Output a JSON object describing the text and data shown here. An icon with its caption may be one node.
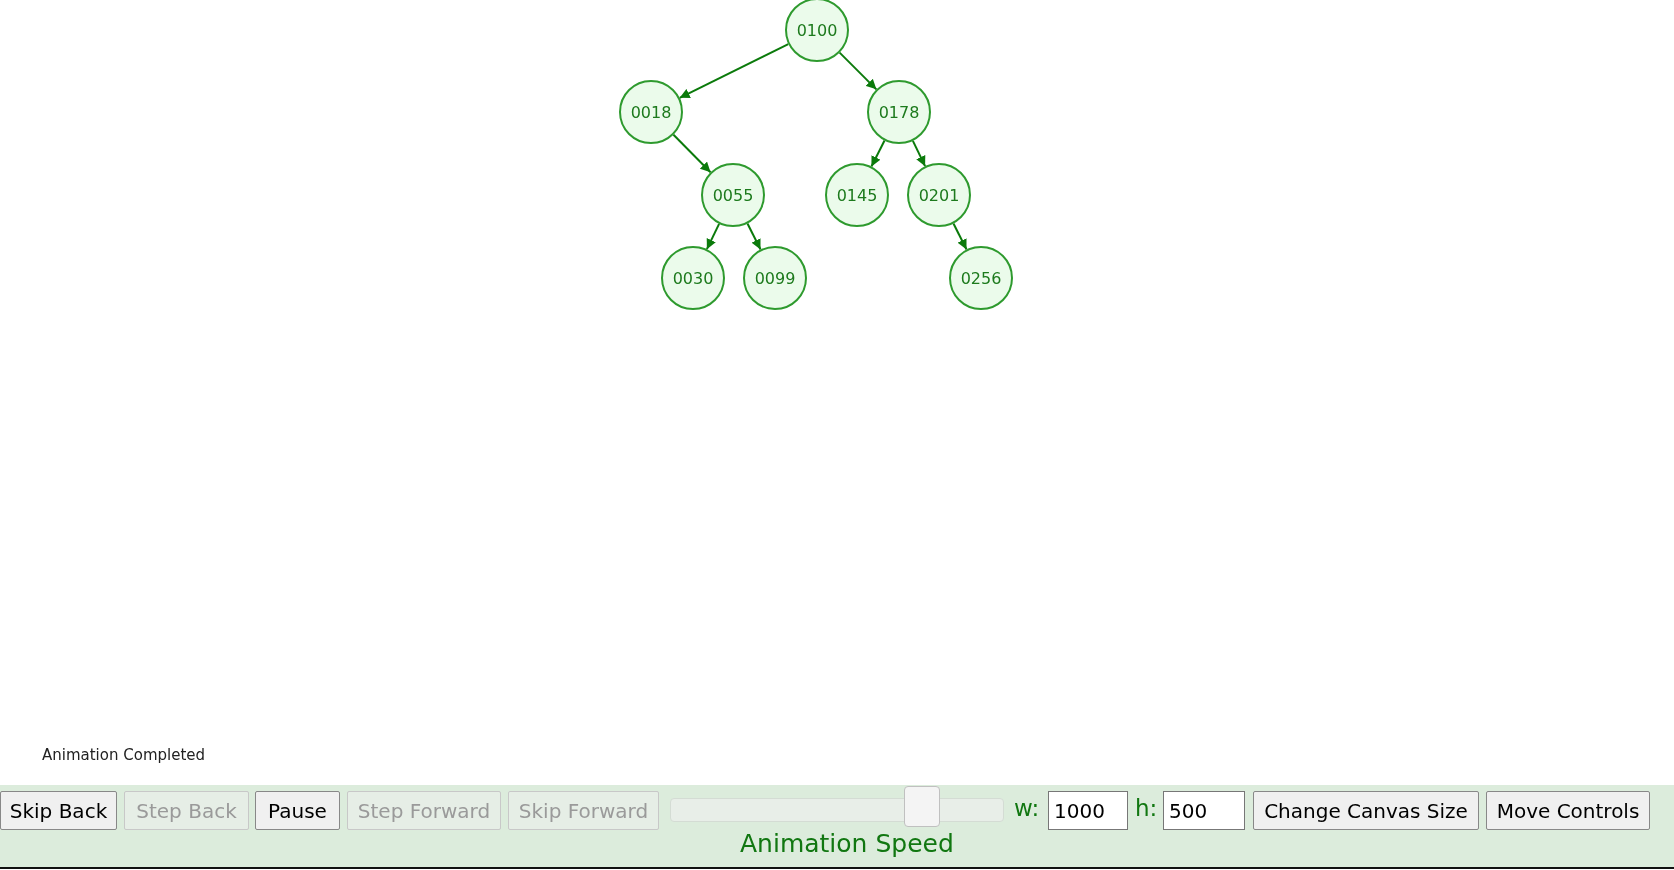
{
  "diagram": {
    "nodes": [
      {
        "text": [
          "0100"
        ]
      },
      {
        "text": [
          "0018"
        ]
      },
      {
        "text": [
          "0178"
        ]
      },
      {
        "text": [
          "0055"
        ]
      },
      {
        "text": [
          "0145"
        ]
      },
      {
        "text": [
          "0201"
        ]
      },
      {
        "text": [
          "0030"
        ]
      },
      {
        "text": [
          "0099"
        ]
      },
      {
        "text": [
          "0256"
        ]
      }
    ],
    "edges": [
      {
        "from": 0,
        "to": 1,
        "arrow": "to"
      },
      {
        "from": 0,
        "to": 2,
        "arrow": "to"
      },
      {
        "from": 1,
        "to": 3,
        "arrow": "to"
      },
      {
        "from": 2,
        "to": 4,
        "arrow": "to"
      },
      {
        "from": 2,
        "to": 5,
        "arrow": "to"
      },
      {
        "from": 3,
        "to": 6,
        "arrow": "to"
      },
      {
        "from": 3,
        "to": 7,
        "arrow": "to"
      },
      {
        "from": 5,
        "to": 8,
        "arrow": "to"
      }
    ],
    "labels": [
      "Animation Completed",
      "Skip Back",
      "Step Back",
      "Pause",
      "Step Forward",
      "Skip Forward",
      "Animation Speed",
      "w:",
      "1000",
      "h:",
      "500",
      "Change Canvas Size",
      "Move Controls"
    ]
  }
}
